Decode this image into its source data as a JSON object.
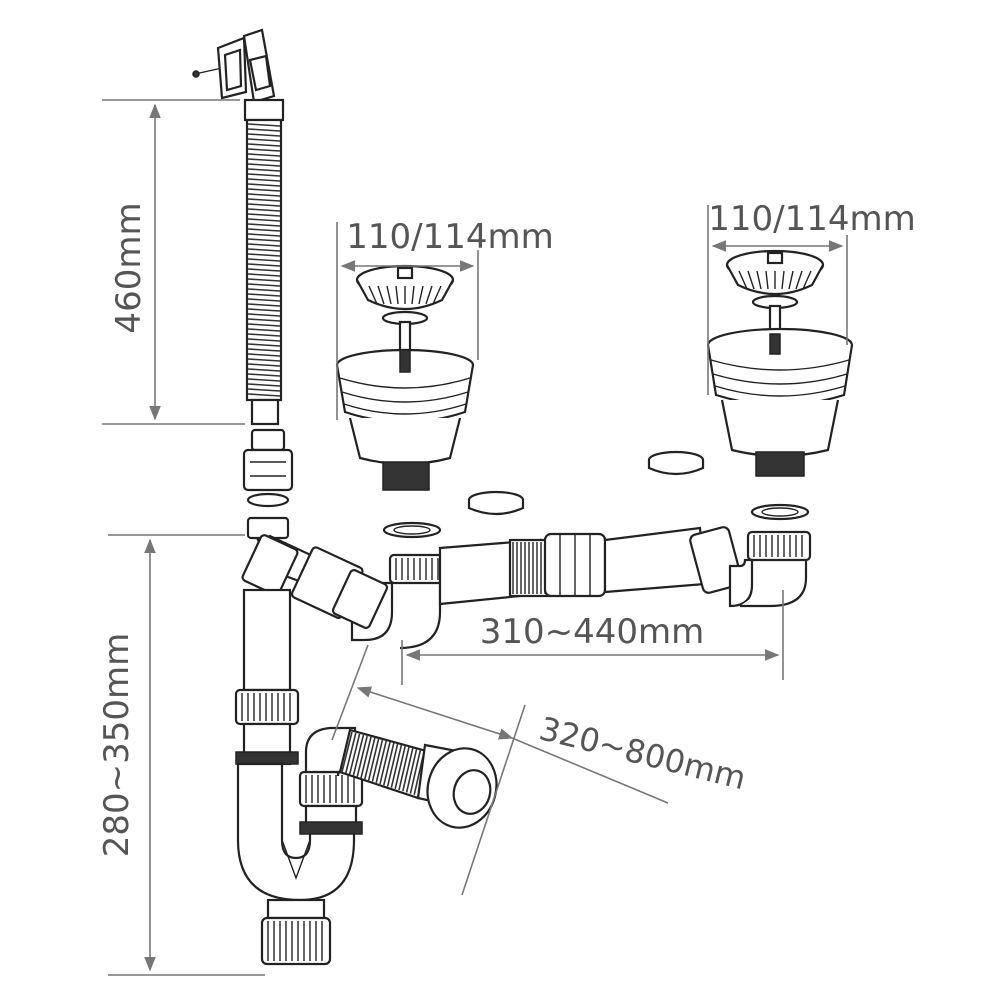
{
  "dimensions": {
    "overflow_hose_length": "460mm",
    "left_strainer_diameter": "110/114mm",
    "right_strainer_diameter": "110/114mm",
    "crossover_pipe_length": "310~440mm",
    "flexible_outlet_length": "320~800mm",
    "trap_height": "280~350mm"
  },
  "colors": {
    "line": "#222222",
    "dimension_line": "#777777",
    "dimension_text": "#555555",
    "background": "#ffffff"
  }
}
